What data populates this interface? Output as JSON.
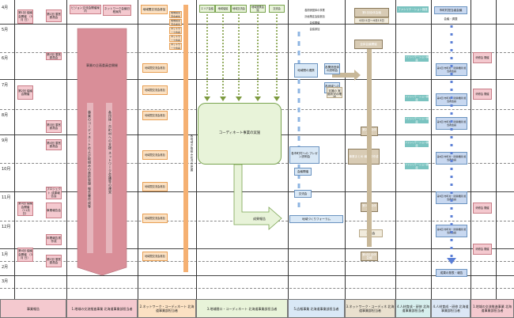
{
  "months": [
    "4月",
    "5月",
    "6月",
    "7月",
    "8月",
    "9月",
    "10月",
    "11月",
    "12月",
    "1月",
    "2月",
    "3月"
  ],
  "header": {
    "pink_a": "ビジョン交流会開催案内",
    "pink_b": "ネットワーク会議日程案内",
    "orange_a": "地域間交流会参加",
    "orange_items": [
      "地域間交流会参加",
      "地域間交流会参加",
      "ネットワーク会議",
      "ネットワーク会議",
      "ネットワーク会議"
    ],
    "green": [
      "エリア会議",
      "地域協議",
      "地域交流会",
      "地域連携会議",
      "交流会"
    ],
    "blue_items": [
      "各関係団体の事業",
      "計画策定会議参加",
      "会議開催",
      "会議参加"
    ],
    "tan_title": "第1回全体会議",
    "tan_date": "4月11日～4月13日",
    "teal_label": "ファシリテーション講座",
    "lavender_a": "市町村担当者会議",
    "lavender_b": "会議・調整"
  },
  "schedule": {
    "meeting_1": "第1回 協議会開催 （5月 日）",
    "meeting_2": "第2回 協議会開催",
    "meeting_3": "第3回 協議会開催 （11月 日）",
    "meeting_4": "第4回 協議会開催 （3月 日）",
    "other_1": "第1回 運営委員会",
    "other_2": "第2回 運営委員会",
    "other_3": "第3回 運営委員会",
    "other_4": "第4回 運営委員会",
    "other_5": "プロジェクト 成果報告会",
    "other_6": "事業報告会",
    "other_7": "年間報告書作成"
  },
  "pink_long": {
    "title": "事業の企画委員会開催",
    "body1": "事業のコーディネートおよび取組みの進捗管理 報告書作成等",
    "body2": "各団体・市町村への支援 ネットワーク会議等の運営"
  },
  "orange_col": {
    "items": [
      "地域間交流会参加",
      "地域間交流会参加",
      "地域間交流会参加",
      "地域間交流会参加",
      "地域間交流会参加",
      "地域間交流会参加",
      "地域間交流会参加"
    ],
    "vtext": "各地域の取組み状況の把握"
  },
  "green_center": "コーディネート事業の実施",
  "green_result": "成果報告",
  "blue_col": {
    "items": [
      "地域間の連携",
      "各関係団体の説明会",
      "各地域への周知"
    ],
    "pres": "各市町村への プレゼン説明会",
    "item_a": "会議開催",
    "item_b": "交流会",
    "bottom": "地域づくりフォーラム"
  },
  "tan_col": {
    "a": "全体会議開催",
    "b": "第2回 全体会議",
    "c": "第3回 全体会議",
    "d": "ソーシャル支援の 実施状況の確認",
    "e": "第4回 全体会議",
    "f": "事業まとめ 報告書作成",
    "g": "報告会",
    "h": "第5回 全体会議",
    "i": "年度報告会",
    "j": "全体会議"
  },
  "teal_items": [
    "ファシリテーション講座",
    "ファシリテーション講座",
    "ファシリテーション講座",
    "ファシリテーション講座",
    "ファシリテーション講座"
  ],
  "lavender_col": {
    "items": [
      "第1回 市町村・関係機関 担当者会議",
      "第2回 市町村・関係機関 担当者会議",
      "第3回 市町村・関係機関 担当者会議",
      "第4回 市町村・関係機関 担当者会議",
      "第5回 市町村・関係機関 担当者会議",
      "第6回 市町村・関係機関 担当者会議"
    ],
    "bottom": "成果の発表・報告"
  },
  "right_boxes": [
    "研修会 開催",
    "研修会 開催",
    "研修会 開催",
    "研修会 開催"
  ],
  "footer": [
    "事業報告",
    "1.地域の交流推進事業 北海道事業部担当者",
    "2.ネットワーク・コーディネート 北海道事業部担当者",
    "3.地域間ロ・コーディネート 北海道事業部担当者",
    "5.広報事業 北海道事業部担当者",
    "3.ネットワーク・コーディネ 北海道事業部担当者",
    "4.人材育成・研修 北海道事業部担当者",
    "4.人材育成・研修 北海道事業部担当者",
    "1.地域の交流推進事業 北海道事業部担当者"
  ],
  "colors": {
    "pink": "#f4c9cf",
    "pink_dark": "#d98e98",
    "orange": "#fbe1c3",
    "orange_bar": "#f5b072",
    "green": "#e8f3d9",
    "green_arrow": "#7c9a3e",
    "blue": "#d9e8f6",
    "blue_dash": "#8db4e2",
    "tan": "#c8b899",
    "teal": "#7ac3c0",
    "lavender": "#c8d8f0",
    "purple_dots": "#5b7fd6"
  }
}
